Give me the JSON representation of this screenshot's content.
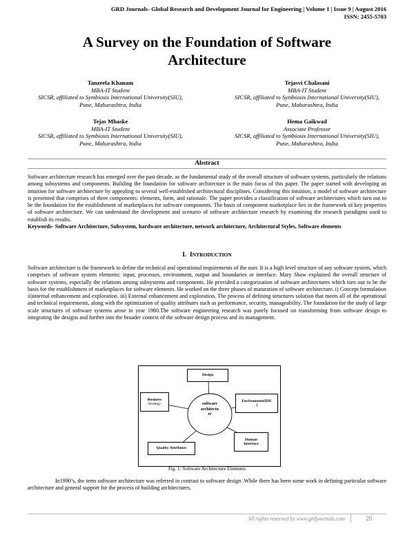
{
  "header": {
    "journal_line": "GRD Journals- Global Research and Development Journal for Engineering | Volume 1 | Issue 9 | August 2016",
    "issn": "ISSN: 2455-5703"
  },
  "title_line1": "A Survey on the Foundation of Software",
  "title_line2": "Architecture",
  "authors": [
    {
      "name": "Tanzeela Khanam",
      "role": "MBA-IT Student",
      "affil": "SICSR, affiliated to Symbiosis International University(SIU),",
      "city": "Pune, Maharashtra, India"
    },
    {
      "name": "Tejasvi Chalasani",
      "role": "MBA-IT Student",
      "affil": "SICSR, affiliated to Symbiosis International University(SIU),",
      "city": "Pune, Maharashtra, India"
    },
    {
      "name": "Tejas Mhaske",
      "role": "MBA-IT Student",
      "affil": "SICSR, affiliated to Symbiosis International University(SIU),",
      "city": "Pune, Maharashtra, India"
    },
    {
      "name": "Hema Gaikwad",
      "role": "Associate Professor",
      "affil": "SICSR, affiliated to Symbiosis International University(SIU),",
      "city": "Pune, Maharashtra, India"
    }
  ],
  "abstract": {
    "heading": "Abstract",
    "text": "Software architecture research has emerged over the past decade, as the fundamental study of the overall structure of software systems, particularly the relations among subsystems and components. Building the foundation for software architecture is the main focus of this paper. The paper started with developing an intuition for software architecture by appealing to several well-established architectural disciplines. Considering this intuition, a model of software architecture is presented that comprises of three components: elements, form, and rationale. The paper provides a classification of software architectures which turn out to be the foundation for the establishment of marketplaces for software components. The basis of component marketplace lies in the framework of key properties of software architecture. We can understand the development and scenario of software architecture research by examining the research paradigms used to establish its results.",
    "keywords": "Keywords- Software Architecture, Subsystem, hardware architecture, network architecture, Architectural Styles, Software elements"
  },
  "section": {
    "num": "I.",
    "title_first": "I",
    "title_rest": "NTRODUCTION",
    "para1": "Software architecture is the framework to define the technical and operational requirements of the user. It is a high level structure of any software system, which comprises of software system elements: input, processes, environment, output and boundaries or interface. Mary Shaw explained the overall structure of software systems, especially the relations among subsystems and components. He provided a categorization of software architectures which turn out to be the basis for the establishment of marketplaces for software elements. He worked on the three phases of maturation of software architecture. i) Concept formulation ii)internal enhancement and exploration. iii) External enhancement and exploration. The process of defining structures solution that meets all of the operational and technical requirements, along with the optimization of quality attributes such as performance, security, manageability. The foundation for the study of large scale structures of software systems arose in year 1980.The software engineering research was purely focused on transforming from software design to integrating the designs and further into the broader context of the software design process and its management.",
    "para2": "In1990’s, the term software architecture was referred in contrast to software design .While there has been some work in defining particular software architecture and  general support for the process of building architectures."
  },
  "figure": {
    "center1": "software",
    "center2": "architectu",
    "center3": "re",
    "design": "Design",
    "business1": "Business",
    "business2": "Strategy",
    "env1": "Environment(IDE",
    "env2": ")",
    "quality": "Quality Attributes",
    "human1": "Human",
    "human2": "Interface",
    "caption": "Fig. 1: Software Architecture Elements"
  },
  "footer": {
    "rights": "All rights reserved by www.grdjournals.com",
    "page": "20"
  }
}
